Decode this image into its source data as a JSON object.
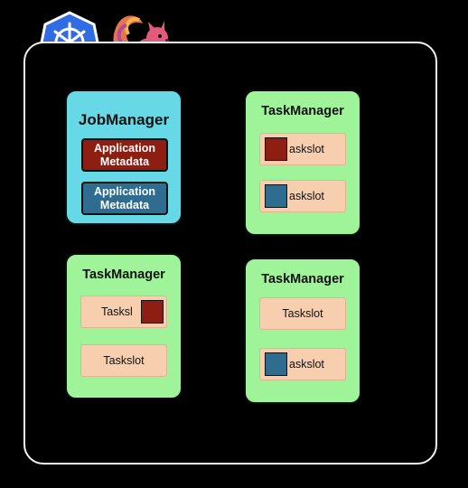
{
  "jobmanager": {
    "title": "JobManager",
    "metadata": [
      {
        "line1": "Application",
        "line2": "Metadata",
        "color": "#8e1d12"
      },
      {
        "line1": "Application",
        "line2": "Metadata",
        "color": "#2f6d90"
      }
    ]
  },
  "taskmanagers": {
    "top_right": {
      "title": "TaskManager",
      "slots": [
        {
          "label": "askslot",
          "task_color": "#8e1d12"
        },
        {
          "label": "askslot",
          "task_color": "#2f6d90"
        }
      ]
    },
    "bottom_left": {
      "title": "TaskManager",
      "slots": [
        {
          "label": "Tasksl",
          "task_color": "#8e1d12"
        },
        {
          "label": "Taskslot"
        }
      ]
    },
    "bottom_right": {
      "title": "TaskManager",
      "slots": [
        {
          "label": "Taskslot"
        },
        {
          "label": "askslot",
          "task_color": "#2f6d90"
        }
      ]
    }
  },
  "icons": {
    "kubernetes": "kubernetes-logo-icon",
    "flink": "flink-squirrel-logo-icon"
  },
  "colors": {
    "jobmanager_bg": "#66d8e6",
    "taskmanager_bg": "#9ff49a",
    "slot_bg": "#f7cfae",
    "task_red": "#8e1d12",
    "task_blue": "#2f6d90"
  }
}
